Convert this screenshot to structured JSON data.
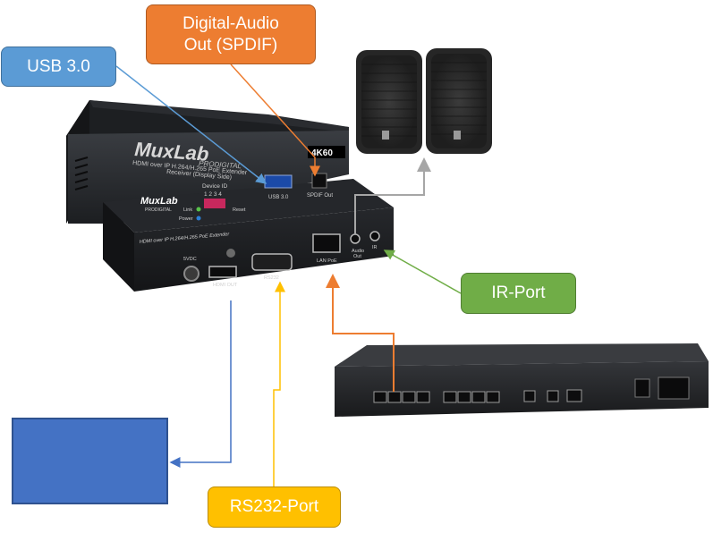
{
  "callouts": {
    "usb": "USB 3.0",
    "spdif": "Digital-Audio\nOut (SPDIF)",
    "ir": "IR-Port",
    "rs232": "RS232-Port"
  },
  "device": {
    "brand": "MuxLab",
    "brand_sub": "PRODIGITAL",
    "top_line1": "HDMI over IP H.264/H.265 PoE Extender",
    "top_line2": "Receiver (Display Side)",
    "badge": "4K60",
    "device_id_label": "Device ID",
    "device_id_digits": "1 2 3 4",
    "link_label": "Link",
    "power_label": "Power",
    "reset_label": "Reset",
    "usb_label": "USB 3.0",
    "spdif_label": "SPDIF Out",
    "back_title": "HDMI over IP H.264/H.265 PoE Extender",
    "port_5vdc": "5VDC",
    "port_hdmi": "HDMI OUT",
    "port_rs232": "RS232",
    "port_lan": "LAN PoE",
    "port_audio": "Audio\nOut",
    "port_ir": "IR"
  },
  "colors": {
    "usb": "#5b9bd5",
    "spdif": "#ed7d31",
    "ir": "#70ad47",
    "rs232": "#ffc000",
    "display": "#4472c4",
    "speaker_line": "#a6a6a6"
  }
}
